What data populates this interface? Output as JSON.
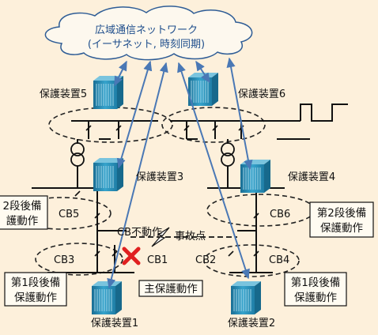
{
  "network": {
    "line1": "広域通信ネットワーク",
    "line2": "(イーサネット, 時刻同期)"
  },
  "devices": {
    "d1": "保護装置1",
    "d2": "保護装置2",
    "d3": "保護装置3",
    "d4": "保護装置4",
    "d5": "保護装置5",
    "d6": "保護装置6"
  },
  "breakers": {
    "cb1": "CB1",
    "cb2": "CB2",
    "cb3": "CB3",
    "cb4": "CB4",
    "cb5": "CB5",
    "cb6": "CB6"
  },
  "annotations": {
    "cb_fail": "CB不動作",
    "fault": "事故点",
    "main_protect": "主保護動作",
    "backup1_left_l1": "第1段後備",
    "backup1_left_l2": "保護動作",
    "backup1_right_l1": "第1段後備",
    "backup1_right_l2": "保護動作",
    "backup2_left_l1": "2段後備",
    "backup2_left_l2": "護動作",
    "backup2_right_l1": "第2段後備",
    "backup2_right_l2": "保護動作"
  },
  "colors": {
    "background": "#fdf0db",
    "arrow": "#4a78b5",
    "device": "#2b8fb5",
    "fail_mark": "#e02020"
  }
}
